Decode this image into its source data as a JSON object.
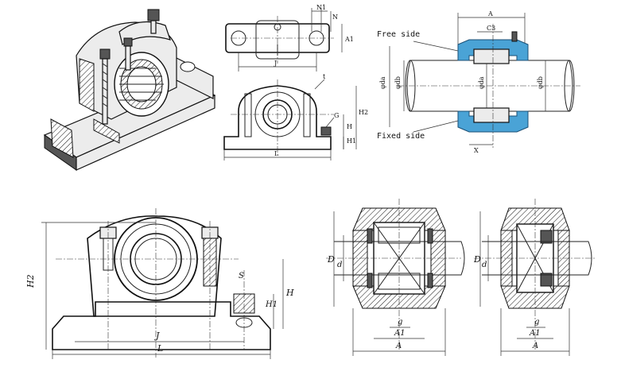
{
  "top_right_labels": {
    "free_side": "Free side",
    "fixed_side": "Fixed side",
    "A": "A",
    "C3": "C3",
    "X": "X",
    "phi_da": "φda",
    "phi_db": "φdb",
    "phi_da_right": "φda"
  },
  "top_middle_labels": {
    "N1": "N1",
    "N": "N",
    "A1": "A1",
    "J": "J",
    "t": "t",
    "H2": "H2",
    "H": "H",
    "H1": "H1",
    "G": "G",
    "L": "L"
  },
  "bottom_left_labels": {
    "H2": "H2",
    "J": "J",
    "L": "L",
    "H": "H",
    "H1": "H1",
    "S": "S"
  },
  "bottom_mid_labels": {
    "D": "D",
    "d": "d",
    "g": "g",
    "A1": "A1",
    "A": "A"
  },
  "bottom_right_labels": {
    "D": "D",
    "d": "d",
    "g": "g",
    "A1": "A1",
    "A": "A"
  }
}
